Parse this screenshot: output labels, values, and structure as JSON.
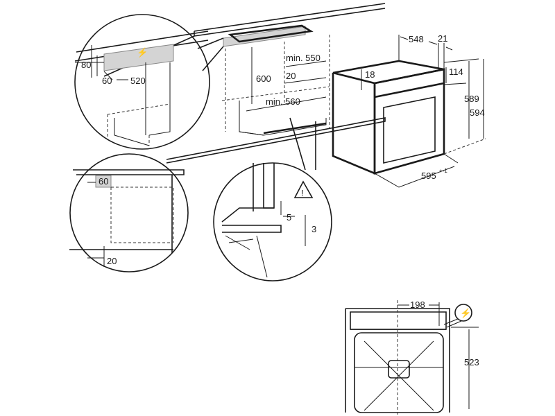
{
  "dimensions": {
    "top_gap_80": "80",
    "side_60": "60",
    "depth_520": "520",
    "niche_height_600": "600",
    "niche_width_min550": "min. 550",
    "gap_20": "20",
    "niche_width_min560": "min. 560",
    "oven_depth_548": "548",
    "door_21": "21",
    "top_18": "18",
    "panel_114": "114",
    "height_589": "589",
    "height_594": "594",
    "width_595": "595",
    "width_tolerance": "+-1",
    "detail_60": "60",
    "detail_20": "20",
    "gap_5": "5",
    "gap_3": "3",
    "offset_198": "198",
    "depth_523": "523"
  },
  "icons": [
    "electrical-connection-icon",
    "warning-triangle-icon"
  ],
  "colors": {
    "line": "#1a1a1a",
    "highlight": "#d4d4d4"
  }
}
